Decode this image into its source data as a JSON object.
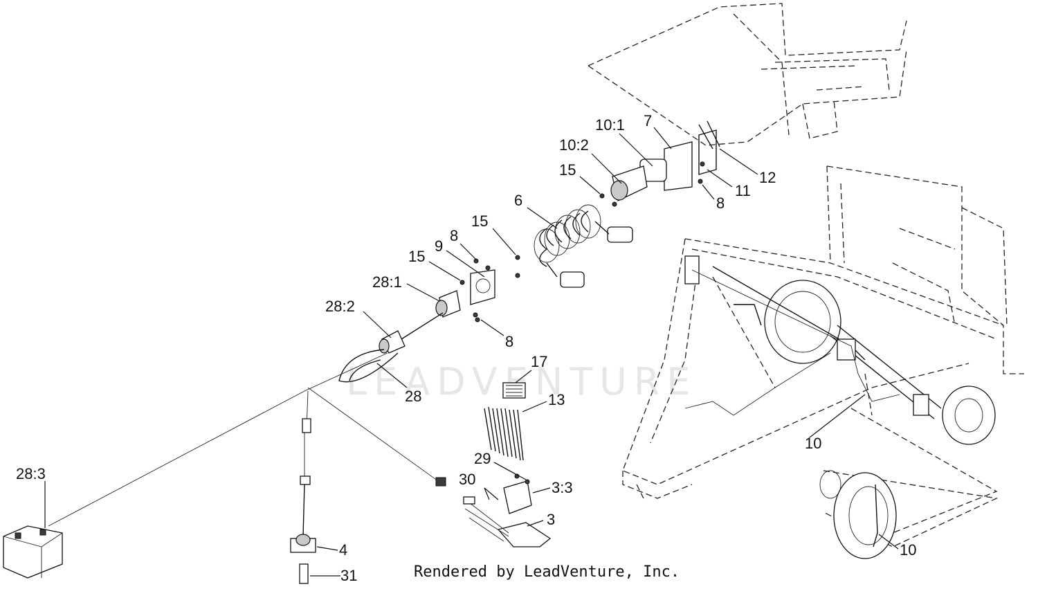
{
  "watermark": "LEADVENTURE",
  "credit": "Rendered by LeadVenture, Inc.",
  "callouts": {
    "c_10_1": "10:1",
    "c_7": "7",
    "c_10_2": "10:2",
    "c_15_a": "15",
    "c_12": "12",
    "c_11": "11",
    "c_8_a": "8",
    "c_6": "6",
    "c_15_b": "15",
    "c_8_b": "8",
    "c_9": "9",
    "c_15_c": "15",
    "c_28_1": "28:1",
    "c_28_2": "28:2",
    "c_8_c": "8",
    "c_17": "17",
    "c_28": "28",
    "c_13": "13",
    "c_10_a": "10",
    "c_29": "29",
    "c_28_3": "28:3",
    "c_30": "30",
    "c_3_3": "3:3",
    "c_3": "3",
    "c_4": "4",
    "c_31": "31",
    "c_10_b": "10"
  }
}
